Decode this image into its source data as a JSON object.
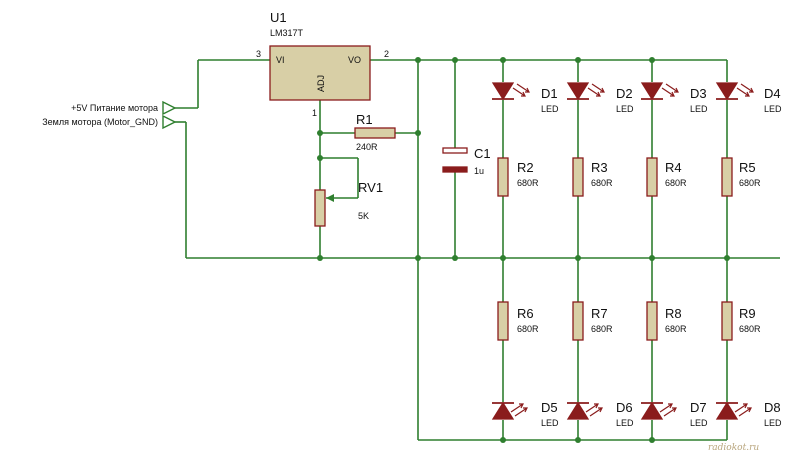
{
  "u1": {
    "ref": "U1",
    "part": "LM317T",
    "pin_vi": "VI",
    "pin_vo": "VO",
    "pin_adj": "ADJ",
    "pin3": "3",
    "pin2": "2",
    "pin1": "1"
  },
  "terminals": {
    "power": "+5V Питание мотора",
    "ground": "Земля мотора (Motor_GND)"
  },
  "r1": {
    "ref": "R1",
    "value": "240R"
  },
  "rv1": {
    "ref": "RV1",
    "value": "5K"
  },
  "c1": {
    "ref": "C1",
    "value": "1u"
  },
  "top_leds": [
    {
      "ref": "D1",
      "type": "LED"
    },
    {
      "ref": "D2",
      "type": "LED"
    },
    {
      "ref": "D3",
      "type": "LED"
    },
    {
      "ref": "D4",
      "type": "LED"
    }
  ],
  "top_resistors": [
    {
      "ref": "R2",
      "value": "680R"
    },
    {
      "ref": "R3",
      "value": "680R"
    },
    {
      "ref": "R4",
      "value": "680R"
    },
    {
      "ref": "R5",
      "value": "680R"
    }
  ],
  "bottom_resistors": [
    {
      "ref": "R6",
      "value": "680R"
    },
    {
      "ref": "R7",
      "value": "680R"
    },
    {
      "ref": "R8",
      "value": "680R"
    },
    {
      "ref": "R9",
      "value": "680R"
    }
  ],
  "bottom_leds": [
    {
      "ref": "D5",
      "type": "LED"
    },
    {
      "ref": "D6",
      "type": "LED"
    },
    {
      "ref": "D7",
      "type": "LED"
    },
    {
      "ref": "D8",
      "type": "LED"
    }
  ],
  "watermark": "radiokot.ru",
  "colors": {
    "wire": "#2f7f2f",
    "component": "#8a1c1c",
    "chip": "#d8cfa6"
  }
}
